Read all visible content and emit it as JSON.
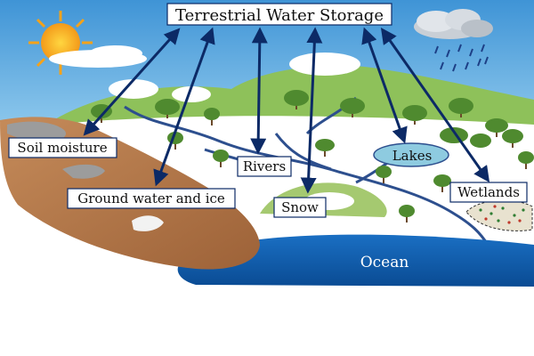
{
  "title": "Terrestrial Water Storage",
  "labels": {
    "soil_moisture": "Soil moisture",
    "ground_water": "Ground water and ice",
    "rivers": "Rivers",
    "lakes": "Lakes",
    "snow": "Snow",
    "wetlands": "Wetlands",
    "ocean": "Ocean"
  },
  "colors": {
    "sky": "#5aa6df",
    "ocean": "#0f5fb0",
    "lake": "#8ecbe0",
    "river": "#2d4f8e",
    "soil": "#b67b4e",
    "hill": "#8ec15a",
    "arrow": "#0c2a66"
  }
}
